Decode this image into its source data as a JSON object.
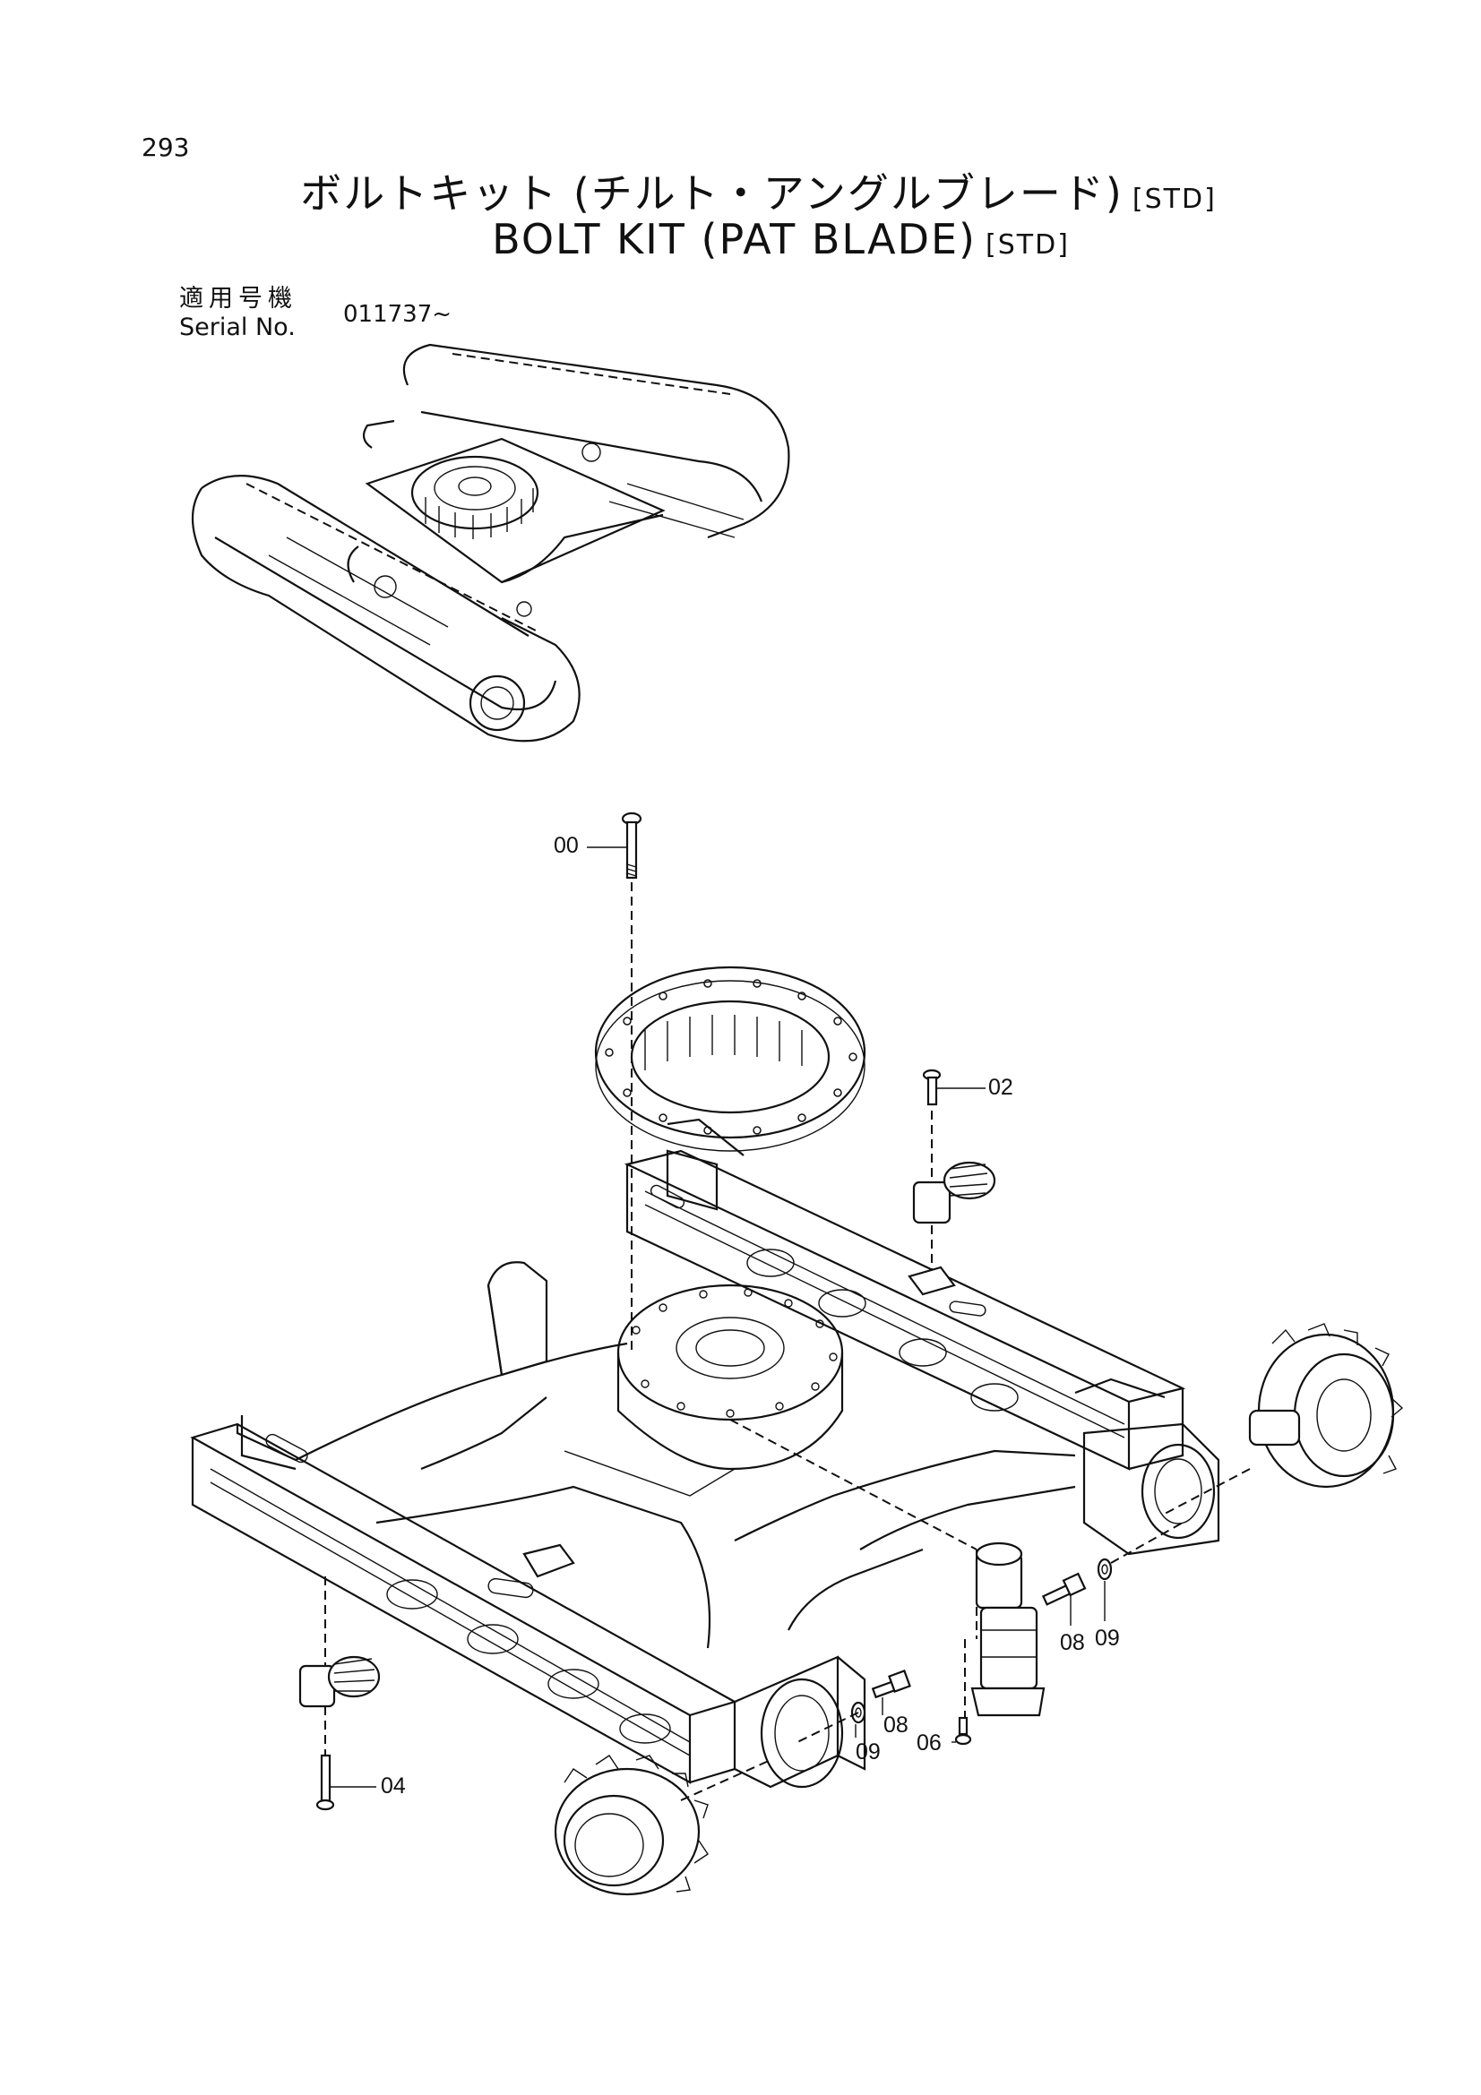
{
  "page_number": "293",
  "title_jp": "ボルトキット (チルト・アングルブレード)",
  "title_en": "BOLT KIT (PAT BLADE)",
  "std_tag": "[STD]",
  "serial_label_jp": "適用号機",
  "serial_label_en": "Serial No.",
  "serial_value": "011737~",
  "callouts": {
    "c00": "00",
    "c02": "02",
    "c04": "04",
    "c06": "06",
    "c08a": "08",
    "c08b": "08",
    "c09a": "09",
    "c09b": "09"
  }
}
